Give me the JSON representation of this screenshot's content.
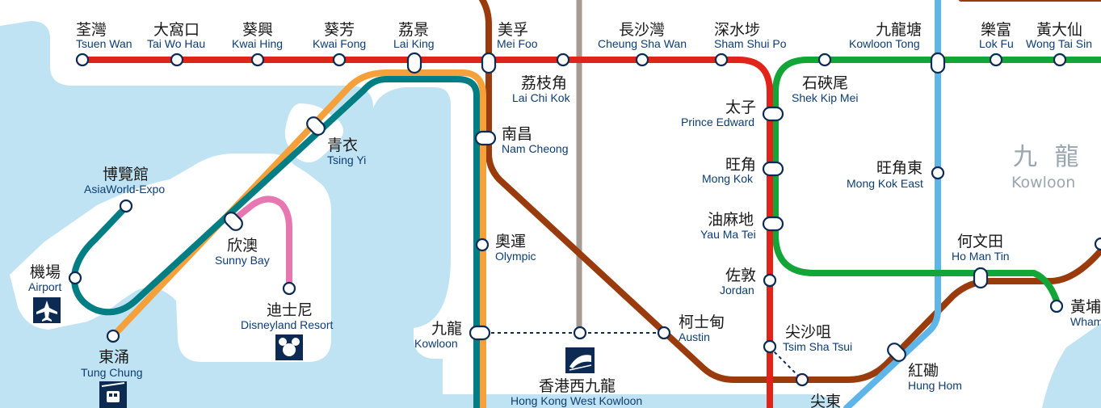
{
  "colors": {
    "tsuen_wan_line": "#e2231a",
    "tung_chung_line": "#f5a03a",
    "airport_express": "#007e84",
    "tuen_ma_line": "#9a3b0d",
    "kwun_tong_line": "#13a538",
    "east_rail_line": "#5eb5e8",
    "disneyland_resort_line": "#e777b1",
    "high_speed_rail": "#a59b92",
    "water": "#bfe3f2",
    "land": "#ffffff"
  },
  "district": {
    "zh": "九 龍",
    "en": "Kowloon"
  },
  "stations": [
    {
      "id": "tsuen-wan",
      "zh": "荃灣",
      "en": "Tsuen Wan"
    },
    {
      "id": "tai-wo-hau",
      "zh": "大窩口",
      "en": "Tai Wo Hau"
    },
    {
      "id": "kwai-hing",
      "zh": "葵興",
      "en": "Kwai Hing"
    },
    {
      "id": "kwai-fong",
      "zh": "葵芳",
      "en": "Kwai Fong"
    },
    {
      "id": "lai-king",
      "zh": "荔景",
      "en": "Lai King"
    },
    {
      "id": "mei-foo",
      "zh": "美孚",
      "en": "Mei Foo"
    },
    {
      "id": "lai-chi-kok",
      "zh": "荔枝角",
      "en": "Lai Chi Kok"
    },
    {
      "id": "cheung-sha-wan",
      "zh": "長沙灣",
      "en": "Cheung Sha Wan"
    },
    {
      "id": "sham-shui-po",
      "zh": "深水埗",
      "en": "Sham Shui Po"
    },
    {
      "id": "kowloon-tong",
      "zh": "九龍塘",
      "en": "Kowloon Tong"
    },
    {
      "id": "lok-fu",
      "zh": "樂富",
      "en": "Lok Fu"
    },
    {
      "id": "wong-tai-sin",
      "zh": "黃大仙",
      "en": "Wong Tai Sin"
    },
    {
      "id": "shek-kip-mei",
      "zh": "石硤尾",
      "en": "Shek Kip Mei"
    },
    {
      "id": "prince-edward",
      "zh": "太子",
      "en": "Prince Edward"
    },
    {
      "id": "mong-kok",
      "zh": "旺角",
      "en": "Mong Kok"
    },
    {
      "id": "yau-ma-tei",
      "zh": "油麻地",
      "en": "Yau Ma Tei"
    },
    {
      "id": "jordan",
      "zh": "佐敦",
      "en": "Jordan"
    },
    {
      "id": "tsim-sha-tsui",
      "zh": "尖沙咀",
      "en": "Tsim Sha Tsui"
    },
    {
      "id": "mong-kok-east",
      "zh": "旺角東",
      "en": "Mong Kok East"
    },
    {
      "id": "ho-man-tin",
      "zh": "何文田",
      "en": "Ho Man Tin"
    },
    {
      "id": "whampoa",
      "zh": "黃埔",
      "en": "Whampoa"
    },
    {
      "id": "hung-hom",
      "zh": "紅磡",
      "en": "Hung Hom"
    },
    {
      "id": "east-tsim-sha-tsui",
      "zh": "尖東",
      "en": ""
    },
    {
      "id": "austin",
      "zh": "柯士甸",
      "en": "Austin"
    },
    {
      "id": "hk-west-kowloon",
      "zh": "香港西九龍",
      "en": "Hong Kong West Kowloon"
    },
    {
      "id": "kowloon",
      "zh": "九龍",
      "en": "Kowloon"
    },
    {
      "id": "olympic",
      "zh": "奧運",
      "en": "Olympic"
    },
    {
      "id": "nam-cheong",
      "zh": "南昌",
      "en": "Nam Cheong"
    },
    {
      "id": "tsing-yi",
      "zh": "青衣",
      "en": "Tsing Yi"
    },
    {
      "id": "sunny-bay",
      "zh": "欣澳",
      "en": "Sunny Bay"
    },
    {
      "id": "disneyland-resort",
      "zh": "迪士尼",
      "en": "Disneyland Resort"
    },
    {
      "id": "asiaworld-expo",
      "zh": "博覽館",
      "en": "AsiaWorld-Expo"
    },
    {
      "id": "airport",
      "zh": "機場",
      "en": "Airport"
    },
    {
      "id": "tung-chung",
      "zh": "東涌",
      "en": "Tung Chung"
    }
  ]
}
